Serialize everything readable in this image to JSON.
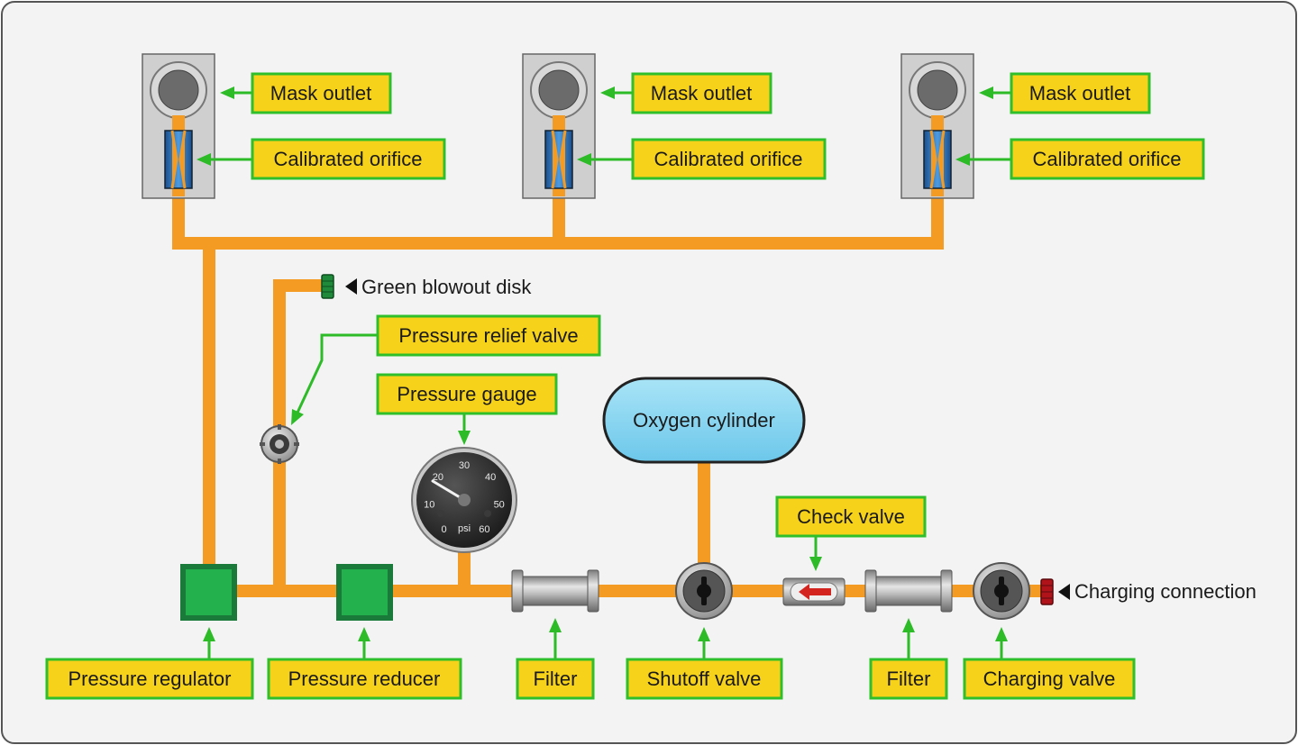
{
  "labels": {
    "mask_outlet_1": "Mask outlet",
    "mask_outlet_2": "Mask outlet",
    "mask_outlet_3": "Mask outlet",
    "calibrated_orifice_1": "Calibrated orifice",
    "calibrated_orifice_2": "Calibrated orifice",
    "calibrated_orifice_3": "Calibrated orifice",
    "green_blowout_disk": "Green blowout disk",
    "pressure_relief_valve": "Pressure relief valve",
    "pressure_gauge": "Pressure gauge",
    "oxygen_cylinder": "Oxygen cylinder",
    "check_valve": "Check valve",
    "charging_connection": "Charging connection",
    "pressure_regulator": "Pressure regulator",
    "pressure_reducer": "Pressure reducer",
    "filter_1": "Filter",
    "shutoff_valve": "Shutoff valve",
    "filter_2": "Filter",
    "charging_valve": "Charging valve"
  },
  "gauge": {
    "ticks": [
      "0",
      "10",
      "20",
      "30",
      "40",
      "50",
      "60"
    ],
    "unit": "psi"
  },
  "colors": {
    "pipe": "#f39b22",
    "label_fill": "#f7d21a",
    "label_border": "#2fbf2a",
    "cylinder": "#8fd8f2",
    "regulator": "#1aa64a"
  }
}
